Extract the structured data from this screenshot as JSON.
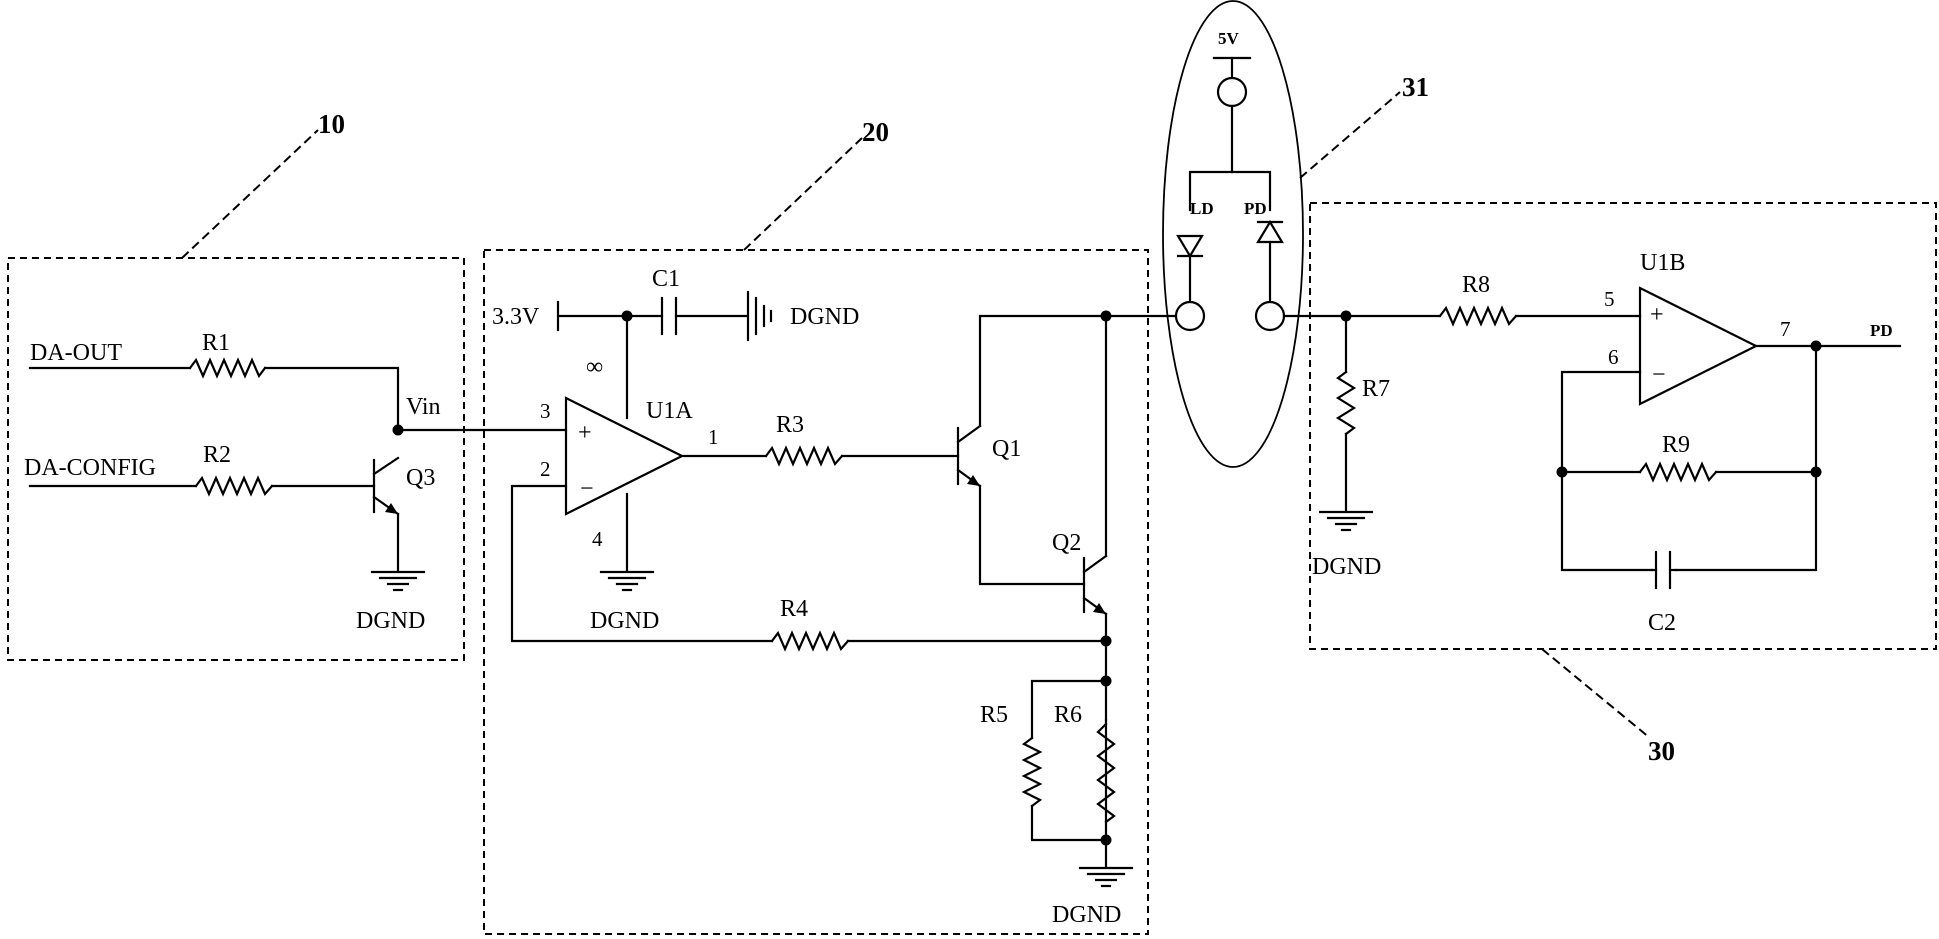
{
  "blocks": {
    "b10": "10",
    "b20": "20",
    "b30": "30",
    "b31": "31"
  },
  "signals": {
    "da_out": "DA-OUT",
    "da_config": "DA-CONFIG",
    "vin": "Vin",
    "vcc": "3.3V",
    "v5": "5V",
    "pd_out": "PD",
    "dgnd": "DGND"
  },
  "components": {
    "r1": "R1",
    "r2": "R2",
    "r3": "R3",
    "r4": "R4",
    "r5": "R5",
    "r6": "R6",
    "r7": "R7",
    "r8": "R8",
    "r9": "R9",
    "c1": "C1",
    "c2": "C2",
    "q1": "Q1",
    "q2": "Q2",
    "q3": "Q3",
    "u1a": "U1A",
    "u1b": "U1B",
    "ld": "LD",
    "pd": "PD"
  },
  "pins": {
    "u1a_p3": "3",
    "u1a_p2": "2",
    "u1a_p1": "1",
    "u1a_p4": "4",
    "u1a_p8": "∞",
    "u1b_p5": "5",
    "u1b_p6": "6",
    "u1b_p7": "7",
    "plus": "+",
    "minus": "−"
  }
}
